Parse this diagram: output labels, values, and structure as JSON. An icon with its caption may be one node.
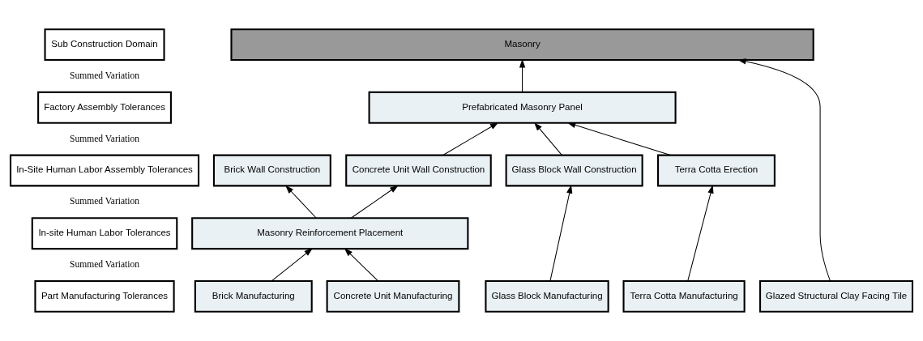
{
  "diagram": {
    "nodes": [
      {
        "text": [
          "Sub Construction Domain"
        ]
      },
      {
        "text": [
          "Masonry"
        ]
      },
      {
        "text": [
          "Factory Assembly Tolerances"
        ]
      },
      {
        "text": [
          "Prefabricated Masonry Panel"
        ]
      },
      {
        "text": [
          "In-Site Human Labor Assembly Tolerances"
        ]
      },
      {
        "text": [
          "Brick Wall Construction"
        ]
      },
      {
        "text": [
          "Concrete Unit Wall Construction"
        ]
      },
      {
        "text": [
          "Glass Block Wall Construction"
        ]
      },
      {
        "text": [
          "Terra Cotta Erection"
        ]
      },
      {
        "text": [
          "In-site Human Labor Tolerances"
        ]
      },
      {
        "text": [
          "Masonry Reinforcement Placement"
        ]
      },
      {
        "text": [
          "Part Manufacturing Tolerances"
        ]
      },
      {
        "text": [
          "Brick Manufacturing"
        ]
      },
      {
        "text": [
          "Concrete Unit Manufacturing"
        ]
      },
      {
        "text": [
          "Glass Block Manufacturing"
        ]
      },
      {
        "text": [
          "Terra Cotta Manufacturing"
        ]
      },
      {
        "text": [
          "Glazed Structural Clay Facing Tile"
        ]
      }
    ],
    "edges": [
      {
        "from": 12,
        "to": 10,
        "arrow": "to"
      },
      {
        "from": 13,
        "to": 10,
        "arrow": "to"
      },
      {
        "from": 10,
        "to": 5,
        "arrow": "to"
      },
      {
        "from": 10,
        "to": 6,
        "arrow": "to"
      },
      {
        "from": 6,
        "to": 3,
        "arrow": "to"
      },
      {
        "from": 14,
        "to": 7,
        "arrow": "to"
      },
      {
        "from": 7,
        "to": 3,
        "arrow": "to"
      },
      {
        "from": 15,
        "to": 8,
        "arrow": "to"
      },
      {
        "from": 8,
        "to": 3,
        "arrow": "to"
      },
      {
        "from": 3,
        "to": 1,
        "arrow": "to"
      },
      {
        "from": 16,
        "to": 1,
        "arrow": "to"
      }
    ],
    "labels": [
      "Summed Variation",
      "Summed Variation",
      "Summed Variation",
      "Summed Variation"
    ]
  }
}
